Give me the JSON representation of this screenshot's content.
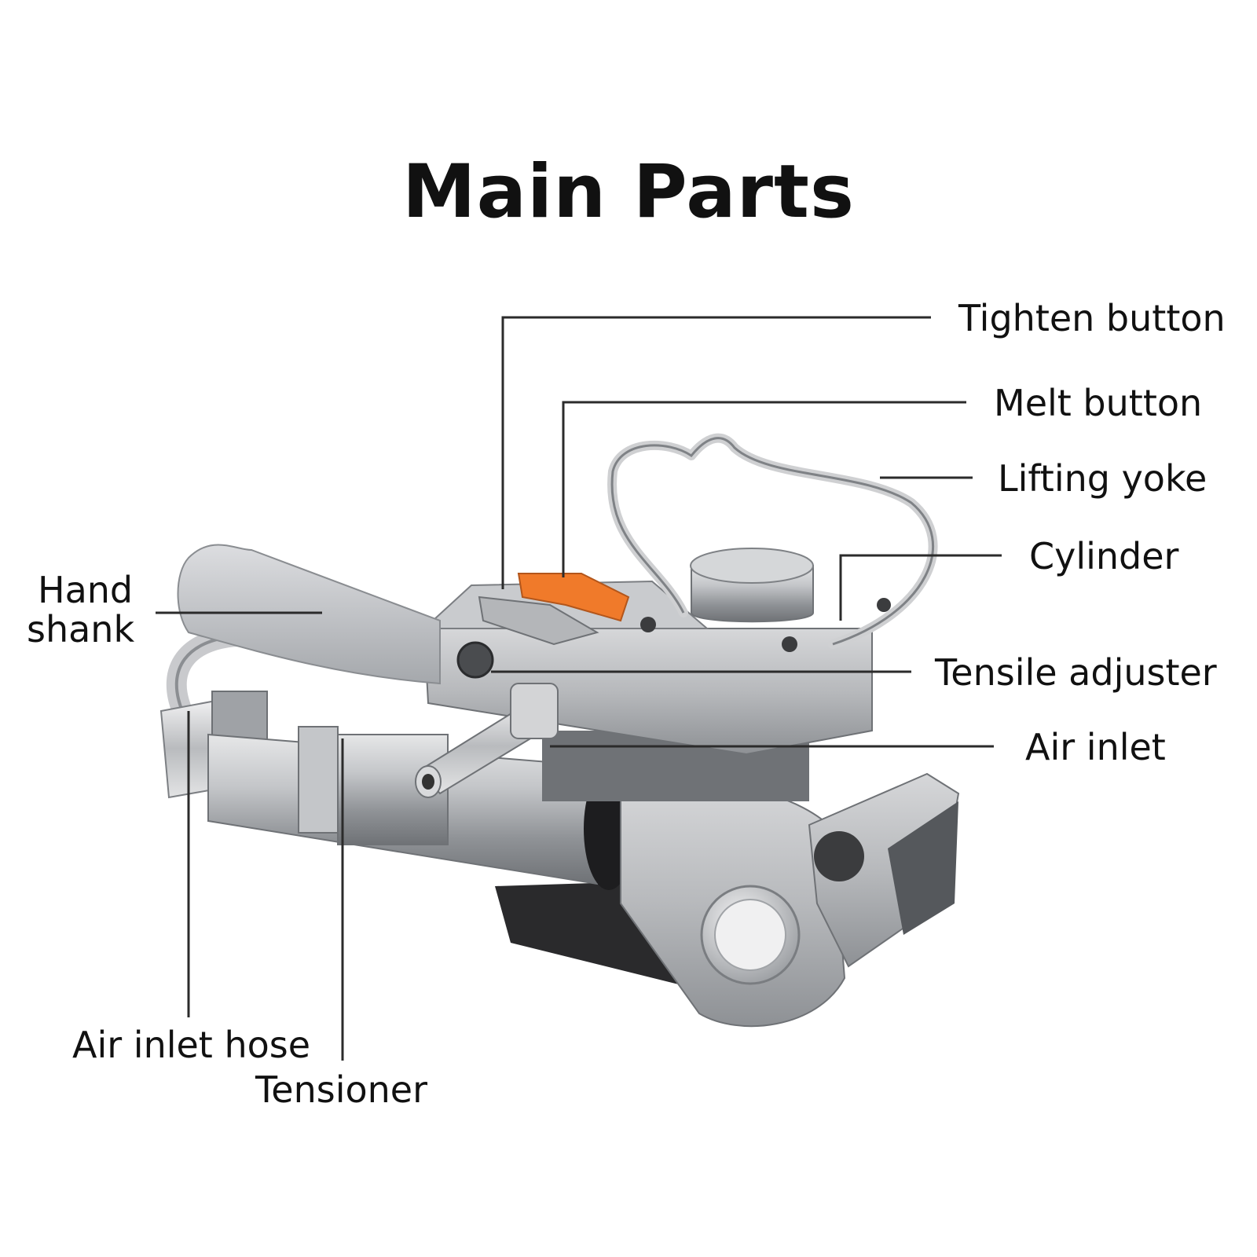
{
  "title": "Main Parts",
  "labels": {
    "tighten_button": "Tighten button",
    "melt_button": "Melt button",
    "lifting_yoke": "Lifting yoke",
    "cylinder": "Cylinder",
    "hand_shank_line1": "Hand",
    "hand_shank_line2": "shank",
    "tensile_adjuster": "Tensile adjuster",
    "air_inlet": "Air inlet",
    "air_inlet_hose": "Air inlet hose",
    "tensioner": "Tensioner"
  },
  "colors": {
    "body_silver": "#b9bbbe",
    "body_dark": "#7d8084",
    "chrome": "#d9dadc",
    "accent_orange": "#f07a2a",
    "base_black": "#2a2a2c",
    "leader_line": "#2b2b2b"
  }
}
